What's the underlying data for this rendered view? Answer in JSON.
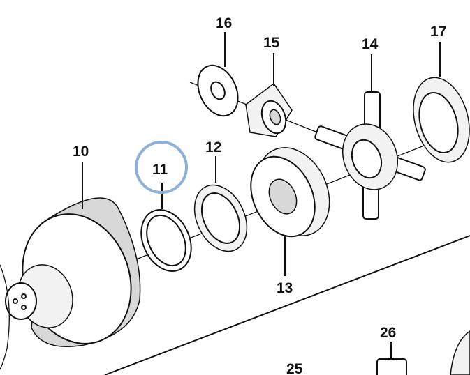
{
  "diagram": {
    "callouts": [
      {
        "id": "10",
        "text": "10"
      },
      {
        "id": "11",
        "text": "11"
      },
      {
        "id": "12",
        "text": "12"
      },
      {
        "id": "13",
        "text": "13"
      },
      {
        "id": "14",
        "text": "14"
      },
      {
        "id": "15",
        "text": "15"
      },
      {
        "id": "16",
        "text": "16"
      },
      {
        "id": "17",
        "text": "17"
      },
      {
        "id": "25",
        "text": "25"
      },
      {
        "id": "26",
        "text": "26"
      }
    ],
    "highlight": {
      "target": "11",
      "color": "#8FB0D8"
    }
  }
}
